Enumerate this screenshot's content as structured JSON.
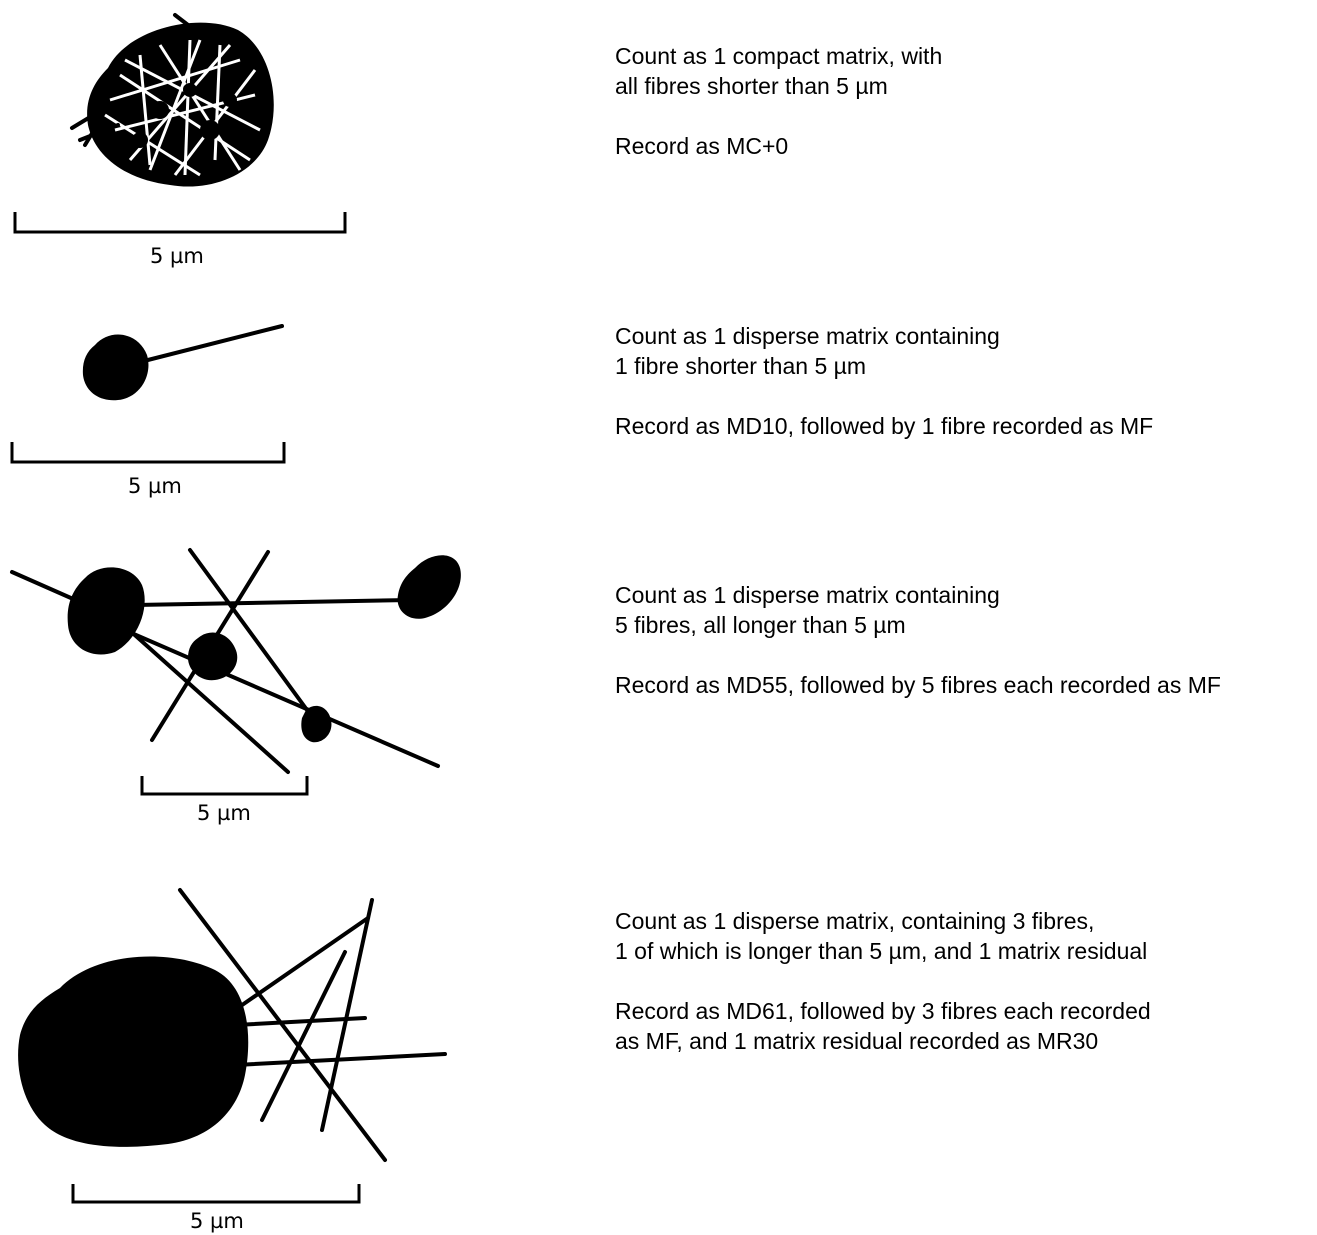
{
  "examples": [
    {
      "scale_label": "5 µm",
      "count_line1": "Count as 1 compact matrix, with",
      "count_line2": "all fibres shorter than 5 µm",
      "record_line1": "Record as MC+0",
      "record_line2": ""
    },
    {
      "scale_label": "5 µm",
      "count_line1": "Count as 1 disperse matrix containing",
      "count_line2": "1 fibre shorter than 5 µm",
      "record_line1": "Record as MD10, followed by 1 fibre recorded as MF",
      "record_line2": ""
    },
    {
      "scale_label": "5 µm",
      "count_line1": "Count as 1 disperse matrix containing",
      "count_line2": "5 fibres, all longer than 5 µm",
      "record_line1": "Record as MD55, followed by 5 fibres each recorded as MF",
      "record_line2": ""
    },
    {
      "scale_label": "5 µm",
      "count_line1": "Count as 1 disperse matrix, containing 3 fibres,",
      "count_line2": "1 of which is longer than 5 µm, and 1 matrix residual",
      "record_line1": "Record as MD61, followed by 3 fibres each recorded",
      "record_line2": "as MF, and 1 matrix residual recorded as MR30"
    }
  ],
  "colors": {
    "ink": "#000000",
    "background": "#ffffff"
  }
}
